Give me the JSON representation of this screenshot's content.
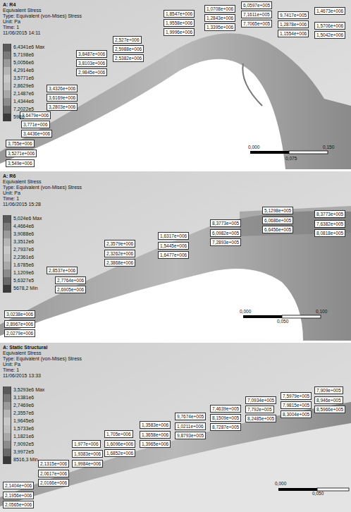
{
  "diagram": {
    "labels": [
      "A: R4",
      "Equivalent Stress",
      "Type: Equivalent (von-Mises) Stress",
      "Unit: Pa",
      "Time: 1",
      "11/06/2015 14:11",
      "3,549e+006",
      "3,5271e+006",
      "3,755e+006",
      "3,4436e+006",
      "3,771e+006",
      "3,6479e+006",
      "3,2803e+006",
      "3,6169e+006",
      "3,4326e+006",
      "2,9845e+006",
      "3,8103e+006",
      "3,8487e+006",
      "2,5382e+006",
      "2,5988e+006",
      "2,527e+006",
      "1,9996e+006",
      "1,9558e+006",
      "1,8547e+006",
      "1,3395e+006",
      "1,2843e+006",
      "1,0708e+006",
      "7,7065e+005",
      "7,1611e+005",
      "6,0597e+005",
      "1,1554e+006",
      "1,2878e+006",
      "9,7417e+005",
      "1,5042e+006",
      "1,5706e+006",
      "1,4673e+006",
      "0,000",
      "0,075",
      "0,150",
      "A: R6",
      "Equivalent Stress",
      "Type: Equivalent (von-Mises) Stress",
      "Unit: Pa",
      "Time: 1",
      "11/06/2015 15:28",
      "2,0279e+006",
      "2,8967e+006",
      "3,0238e+006",
      "2,6905e+006",
      "2,7764e+006",
      "2,8537e+006",
      "2,3868e+006",
      "2,3262e+006",
      "2,3579e+006",
      "1,6477e+006",
      "1,5445e+006",
      "1,6317e+006",
      "7,2893e+005",
      "6,0982e+005",
      "8,3773e+005",
      "6,6456e+005",
      "6,0686e+005",
      "5,1298e+005",
      "8,0818e+005",
      "7,6382e+005",
      "8,3773e+005",
      "0,000",
      "0,050",
      "0,100",
      "A: Static Structural",
      "Equivalent Stress",
      "Type: Equivalent (von-Mises) Stress",
      "Unit: Pa",
      "Time: 1",
      "11/06/2015 13:33",
      "2,0565e+006",
      "2,1956e+006",
      "2,1404e+006",
      "2,0166e+006",
      "2,0617e+006",
      "2,1315e+006",
      "1,9984e+006",
      "1,9383e+006",
      "1,977e+006",
      "1,6852e+006",
      "1,6096e+006",
      "1,705e+006",
      "1,3965e+006",
      "1,3658e+006",
      "1,3583e+006",
      "9,8793e+005",
      "1,0211e+006",
      "9,7674e+005",
      "8,7287e+005",
      "8,1509e+005",
      "7,4639e+005",
      "8,2485e+005",
      "7,792e+005",
      "7,0934e+005",
      "8,3004e+005",
      "7,9815e+005",
      "7,5979e+005",
      "8,5966e+005",
      "8,946e+005",
      "7,909e+005",
      "0,000",
      "0,050"
    ],
    "legend": [
      {
        "text": "6,4341e6 Max",
        "color": "#5a5a5a"
      },
      {
        "text": "5,7198e6",
        "color": "#7a7a7a"
      },
      {
        "text": "5,0056e6",
        "color": "#9a9a9a"
      },
      {
        "text": "4,2914e6",
        "color": "#b5b5b5"
      },
      {
        "text": "3,5771e6",
        "color": "#c8c8c8"
      },
      {
        "text": "2,8629e6",
        "color": "#bdbdbd"
      },
      {
        "text": "2,1487e6",
        "color": "#a8a8a8"
      },
      {
        "text": "1,4344e6",
        "color": "#8c8c8c"
      },
      {
        "text": "7,2022e5",
        "color": "#6a6a6a"
      },
      {
        "text": "5980",
        "color": "#3a3a3a"
      },
      {
        "text": "5,024e6 Max",
        "color": "#5a5a5a"
      },
      {
        "text": "4,4664e6",
        "color": "#7a7a7a"
      },
      {
        "text": "3,9088e6",
        "color": "#9a9a9a"
      },
      {
        "text": "3,3512e6",
        "color": "#b5b5b5"
      },
      {
        "text": "2,7937e6",
        "color": "#c8c8c8"
      },
      {
        "text": "2,2361e6",
        "color": "#bdbdbd"
      },
      {
        "text": "1,6785e6",
        "color": "#a8a8a8"
      },
      {
        "text": "1,1209e6",
        "color": "#8c8c8c"
      },
      {
        "text": "5,6327e5",
        "color": "#6a6a6a"
      },
      {
        "text": "5678,2 Min",
        "color": "#3a3a3a"
      },
      {
        "text": "3,5293e6 Max",
        "color": "#5a5a5a"
      },
      {
        "text": "3,1381e6",
        "color": "#7a7a7a"
      },
      {
        "text": "2,7469e6",
        "color": "#9a9a9a"
      },
      {
        "text": "2,3557e6",
        "color": "#b5b5b5"
      },
      {
        "text": "1,9645e6",
        "color": "#c8c8c8"
      },
      {
        "text": "1,5733e6",
        "color": "#bdbdbd"
      },
      {
        "text": "1,1821e6",
        "color": "#a8a8a8"
      },
      {
        "text": "7,9092e5",
        "color": "#8c8c8c"
      },
      {
        "text": "3,9972e5",
        "color": "#6a6a6a"
      },
      {
        "text": "8516,3 Min",
        "color": "#3a3a3a"
      }
    ]
  }
}
